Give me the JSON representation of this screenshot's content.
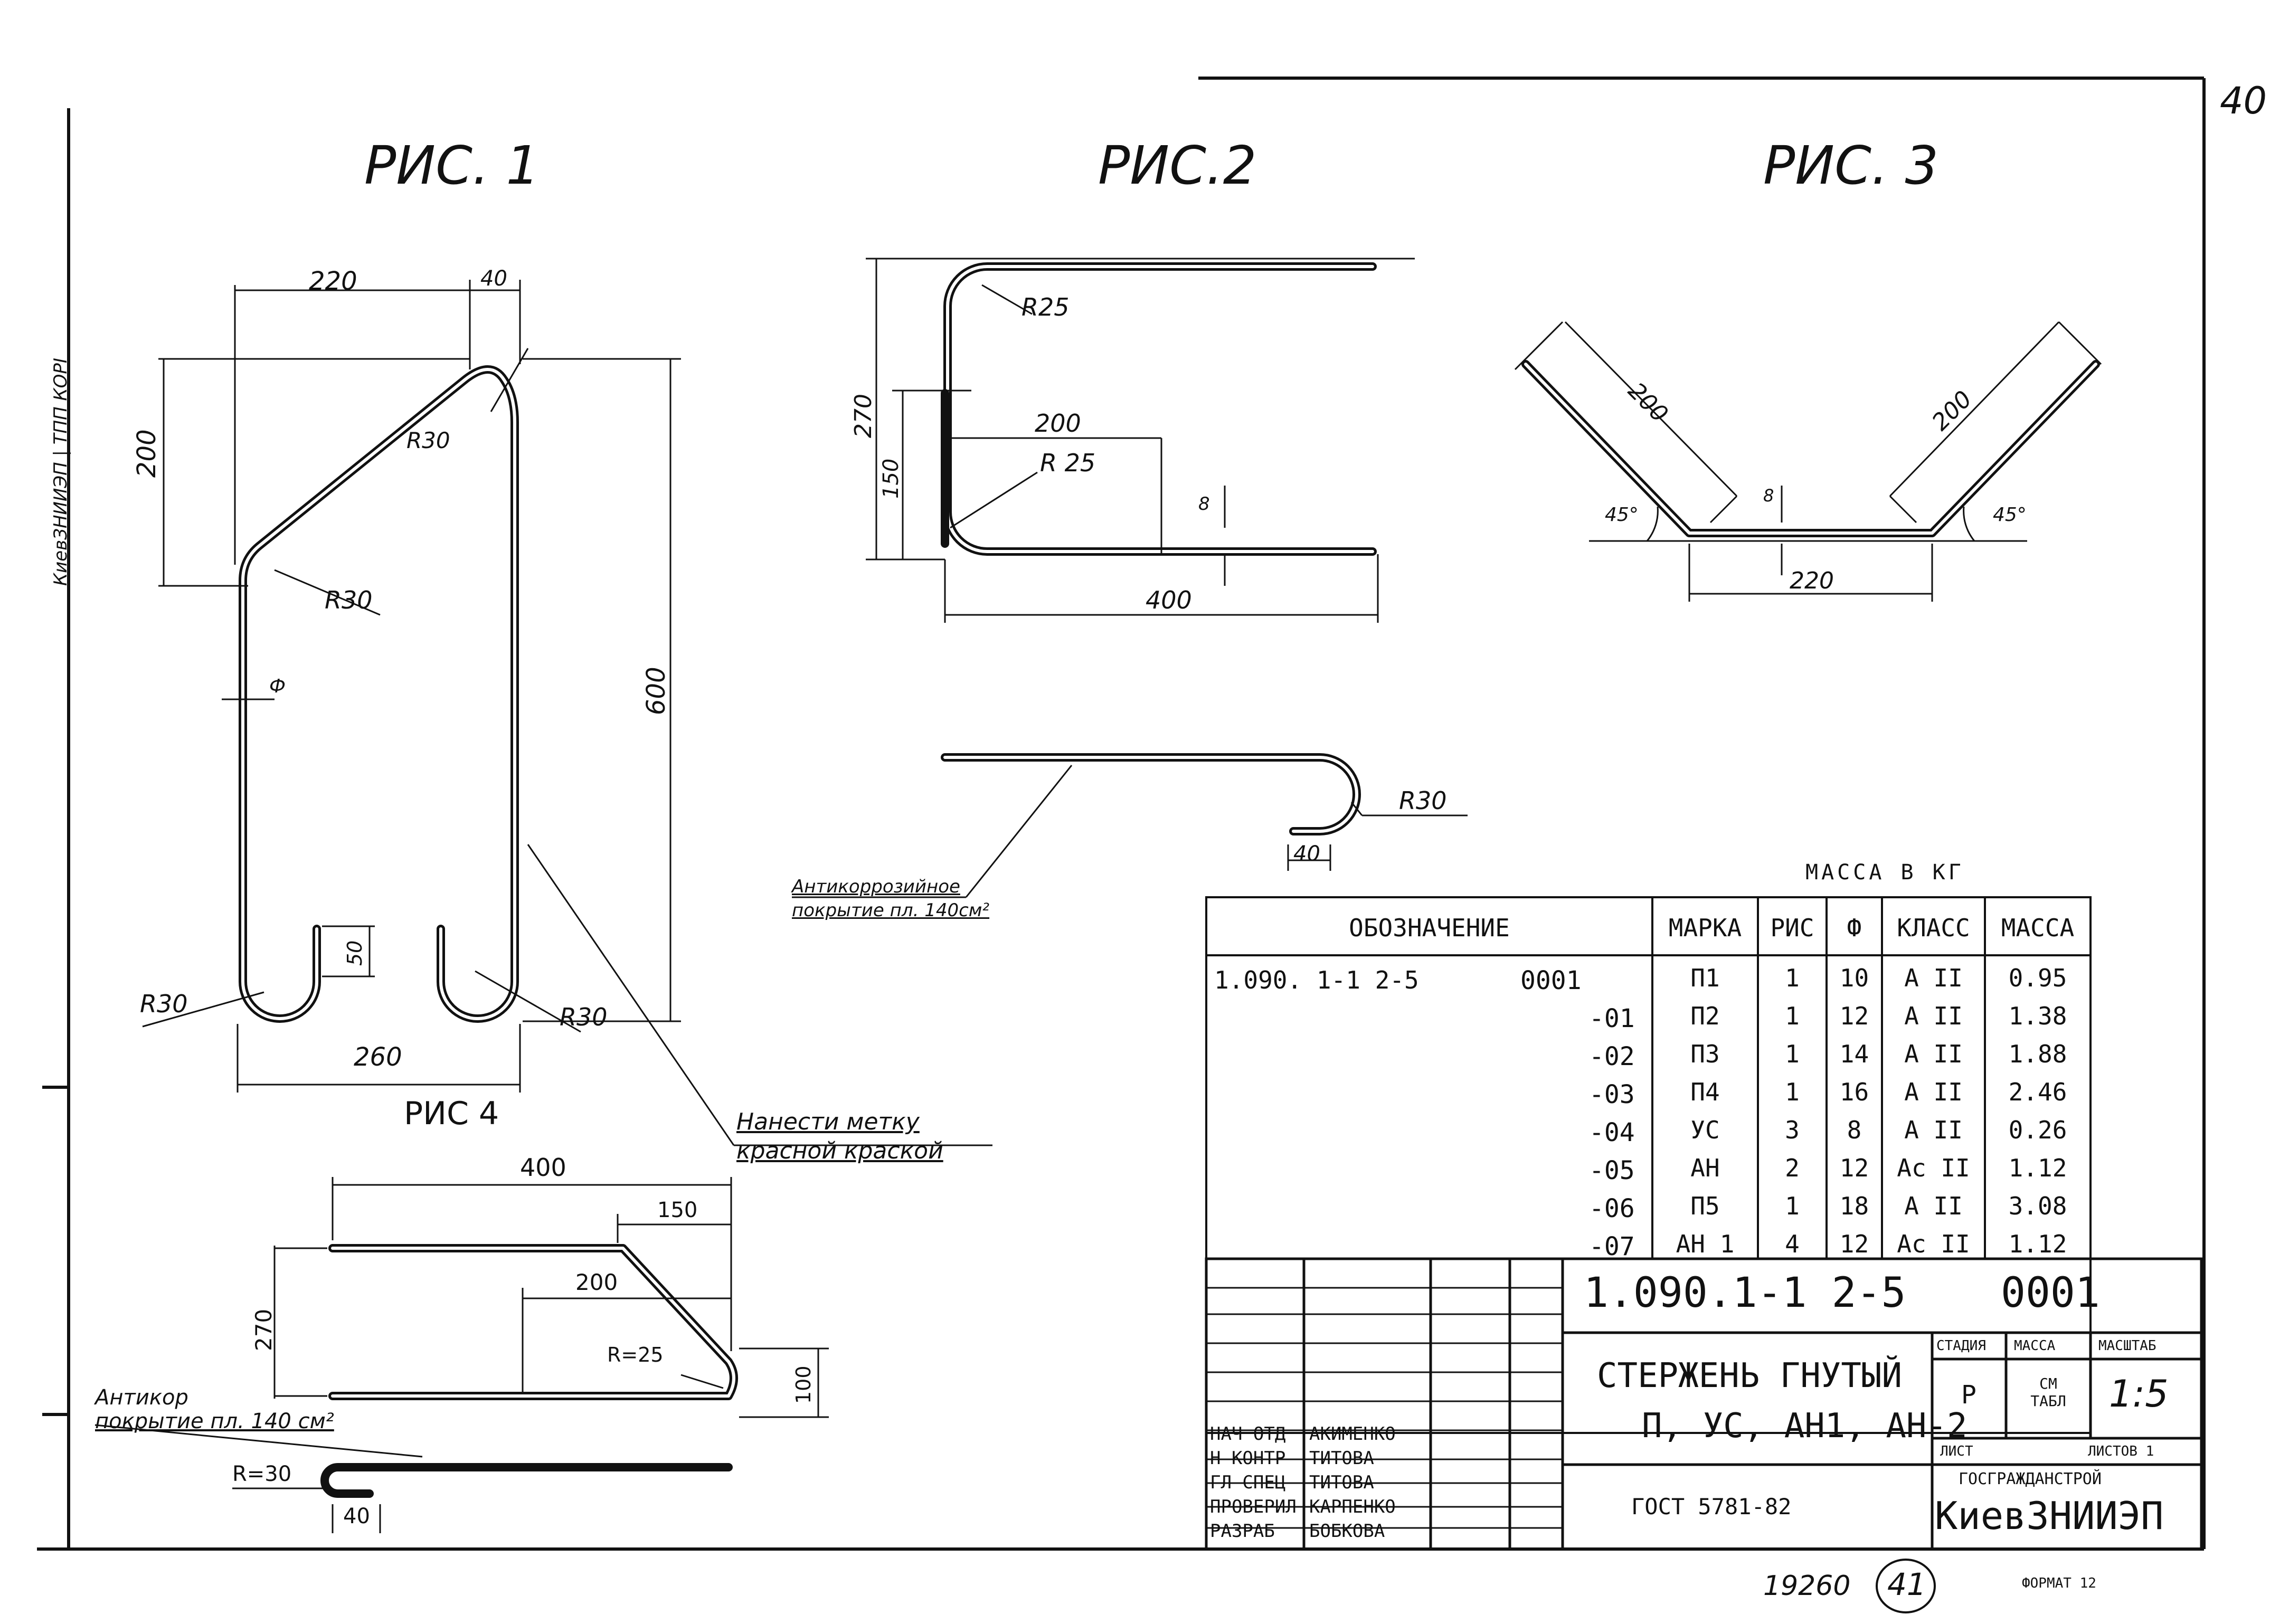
{
  "sidebar": {
    "vertical_text": "КиевЗНИИЭП | ТПП КОРІ",
    "corner_mark": "40"
  },
  "figures": {
    "fig1": {
      "title": "РИС. 1",
      "dims": {
        "top": "220",
        "top2": "40",
        "left": "200",
        "right": "600",
        "bottom": "260",
        "hook": "50"
      },
      "radii": [
        "R30",
        "R30",
        "R30",
        "R30"
      ],
      "phi": "Ф"
    },
    "fig2": {
      "title": "РИС.2",
      "dims": {
        "height": "270",
        "h2": "150",
        "inner": "200",
        "width": "400",
        "gap": "8"
      },
      "radii": [
        "R25",
        "R 25"
      ]
    },
    "fig3": {
      "title": "РИС. 3",
      "dims": {
        "left": "200",
        "right": "200",
        "bottom": "220",
        "gap": "8",
        "angle_l": "45°",
        "angle_r": "45°"
      }
    },
    "fig4": {
      "title": "РИС 4",
      "dims": {
        "top": "400",
        "t2": "150",
        "mid": "200",
        "height": "270",
        "gap": "100",
        "hook": "40"
      },
      "radii": [
        "R=25",
        "R=30"
      ]
    },
    "hook_detail": {
      "radius": "R30",
      "length": "40"
    }
  },
  "notes": {
    "mark": [
      "Нанести метку",
      "красной краской"
    ],
    "coating_1": [
      "Антикоррозийное",
      "покрытие пл. 140см²"
    ],
    "coating_2": [
      "Антикор",
      "покрытие пл. 140 см²"
    ]
  },
  "spec": {
    "mass_caption": "МАССА В КГ",
    "headers": [
      "ОБОЗНАЧЕНИЕ",
      "МАРКА",
      "РИС",
      "Ф",
      "КЛАСС",
      "МАССА"
    ],
    "base_code": "1.090. 1-1 2-5",
    "rows": [
      {
        "code": "0001",
        "mark": "П1",
        "fig": "1",
        "phi": "10",
        "cls": "А II",
        "mass": "0.95"
      },
      {
        "code": "-01",
        "mark": "П2",
        "fig": "1",
        "phi": "12",
        "cls": "А II",
        "mass": "1.38"
      },
      {
        "code": "-02",
        "mark": "П3",
        "fig": "1",
        "phi": "14",
        "cls": "А II",
        "mass": "1.88"
      },
      {
        "code": "-03",
        "mark": "П4",
        "fig": "1",
        "phi": "16",
        "cls": "А II",
        "mass": "2.46"
      },
      {
        "code": "-04",
        "mark": "УС",
        "fig": "3",
        "phi": "8",
        "cls": "А II",
        "mass": "0.26"
      },
      {
        "code": "-05",
        "mark": "АН",
        "fig": "2",
        "phi": "12",
        "cls": "Ас II",
        "mass": "1.12"
      },
      {
        "code": "-06",
        "mark": "П5",
        "fig": "1",
        "phi": "18",
        "cls": "А II",
        "mass": "3.08"
      },
      {
        "code": "-07",
        "mark": "АН 1",
        "fig": "4",
        "phi": "12",
        "cls": "Ас II",
        "mass": "1.12"
      }
    ]
  },
  "stamp": {
    "doc_code": "1.090.1-1 2-5",
    "doc_num": "0001",
    "title_1": "СТЕРЖЕНЬ ГНУТЫЙ",
    "title_2": "П, УС, АН1, АН-2",
    "gost": "ГОСТ 5781-82",
    "stage_h": "СТАДИЯ",
    "mass_h": "МАССА",
    "scale_h": "МАСШТАБ",
    "stage": "Р",
    "mass_v": "СМ ТАБЛ",
    "scale": "1:5",
    "sheet_h": "ЛИСТ",
    "sheets_h": "ЛИСТОВ 1",
    "org_top": "ГОСГРАЖДАНСТРОЙ",
    "org": "КиевЗНИИЭП",
    "roles": [
      {
        "role": "НАЧ ОТД",
        "name": "АКИМЕНКО"
      },
      {
        "role": "Н КОНТР",
        "name": "ТИТОВА"
      },
      {
        "role": "ГЛ СПЕЦ",
        "name": "ТИТОВА"
      },
      {
        "role": "ПРОВЕРИЛ",
        "name": "КАРПЕНКО"
      },
      {
        "role": "РАЗРАБ",
        "name": "БОБКОВА"
      }
    ]
  },
  "footer": {
    "inv": "19260",
    "page": "41",
    "format": "ФОРМАТ 12"
  }
}
